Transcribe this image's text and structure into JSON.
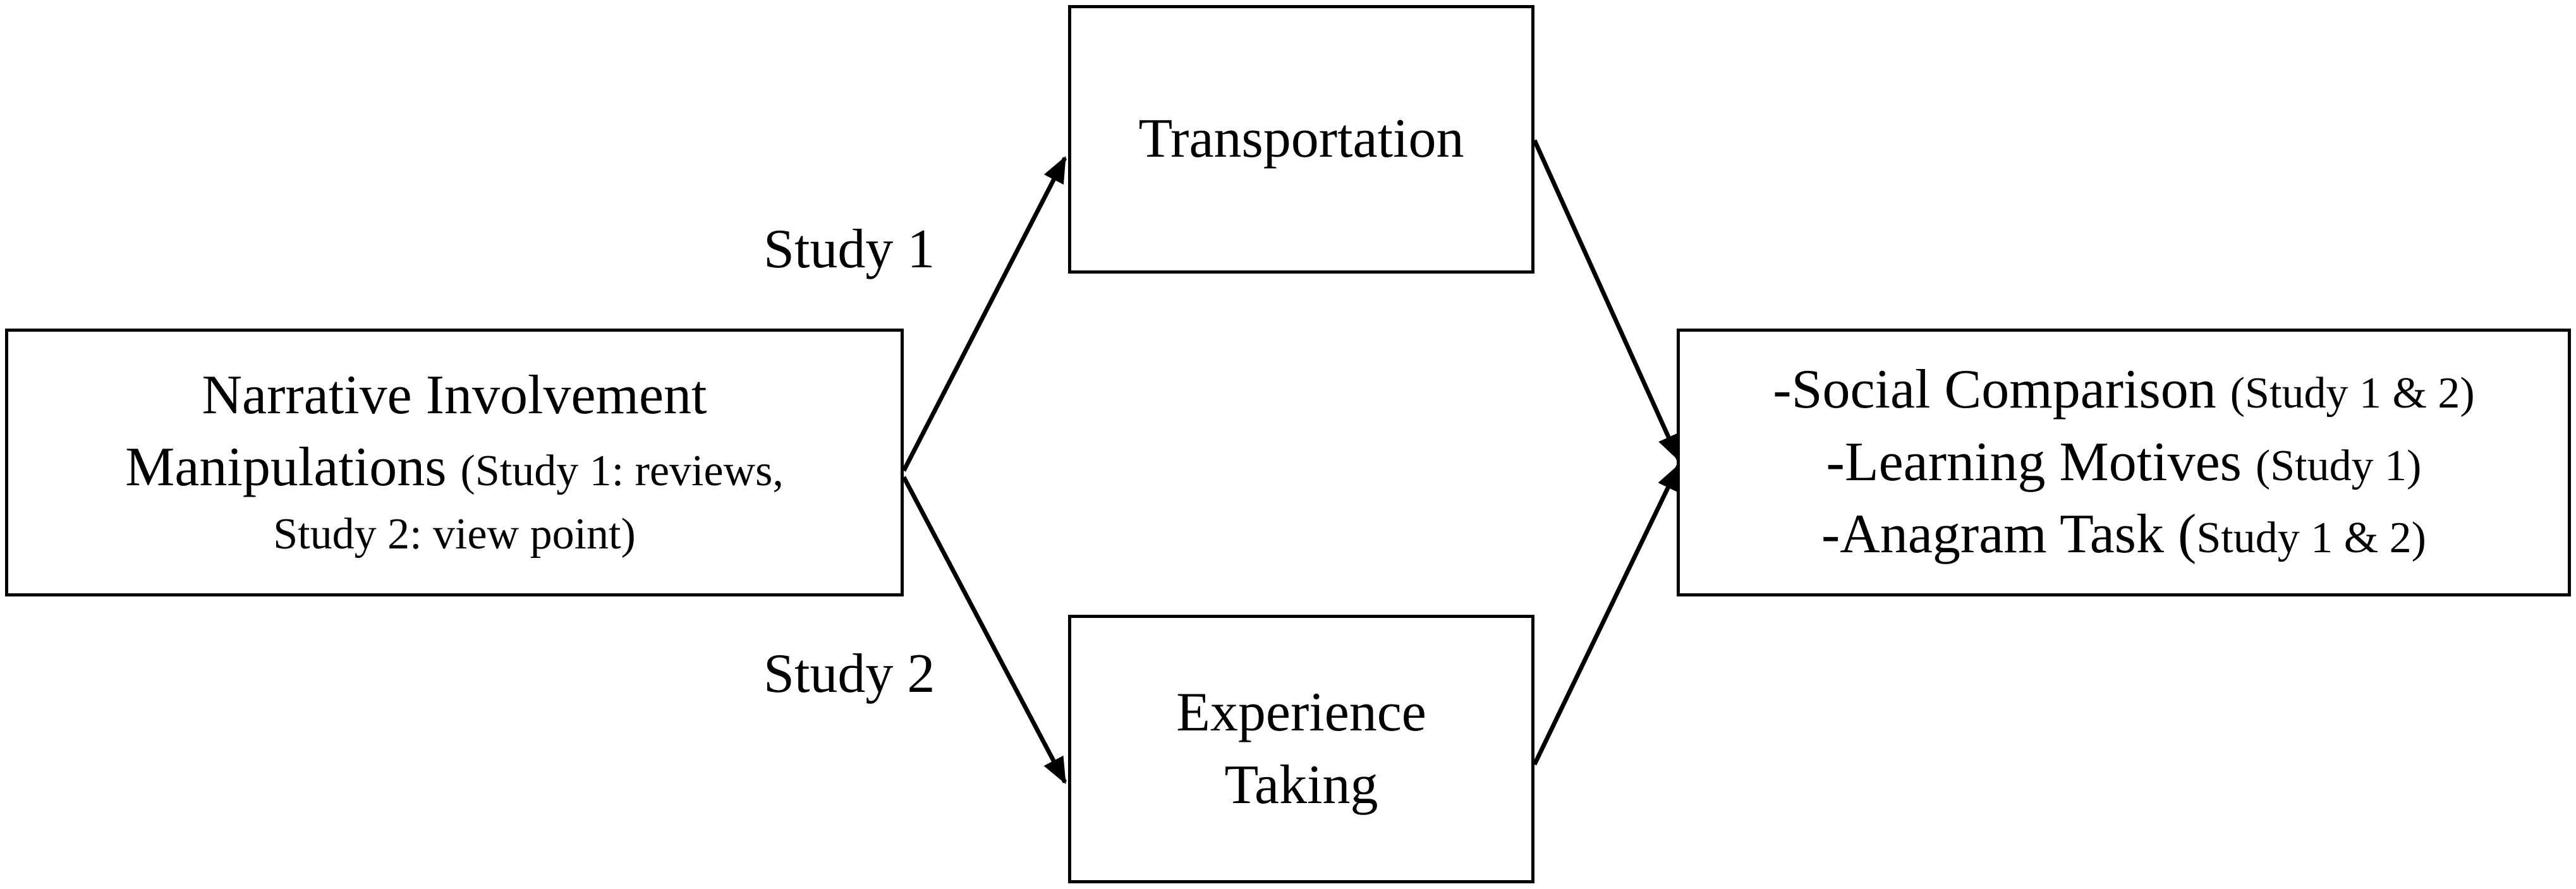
{
  "diagram": {
    "nodes": {
      "manipulation": {
        "line1": "Narrative Involvement",
        "line2_main": "Manipulations",
        "line2_paren": "(Study 1: reviews,",
        "line3": "Study 2: view point)"
      },
      "transportation": {
        "label": "Transportation"
      },
      "experience": {
        "line1": "Experience",
        "line2": "Taking"
      },
      "outcomes": {
        "items": [
          {
            "main": "-Social Comparison",
            "paren": "(Study 1 & 2)"
          },
          {
            "main": "-Learning Motives",
            "paren": "(Study 1)"
          },
          {
            "main": "-Anagram Task",
            "paren_open": "(",
            "paren": "Study 1 & 2)"
          }
        ]
      }
    },
    "edge_labels": {
      "study1": "Study 1",
      "study2": "Study 2"
    },
    "edges": [
      {
        "from": "manipulation",
        "to": "transportation"
      },
      {
        "from": "manipulation",
        "to": "experience"
      },
      {
        "from": "transportation",
        "to": "outcomes"
      },
      {
        "from": "experience",
        "to": "outcomes"
      }
    ],
    "colors": {
      "stroke": "#000000",
      "background": "#ffffff"
    }
  }
}
